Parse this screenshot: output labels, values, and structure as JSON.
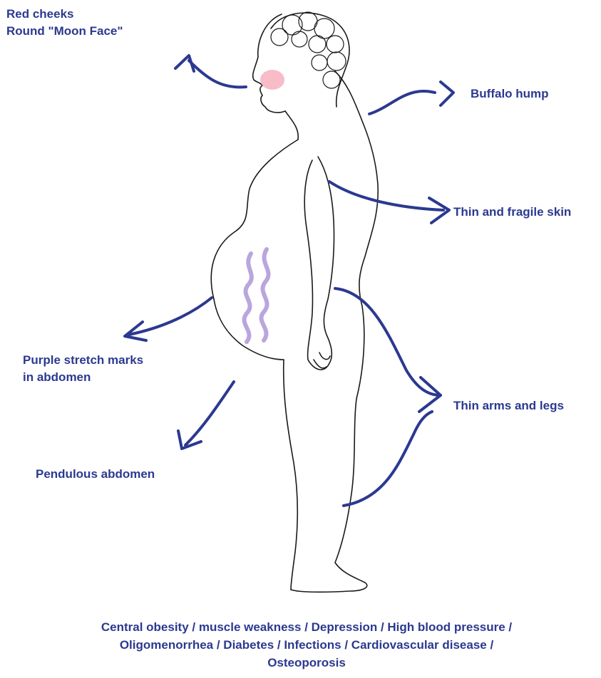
{
  "labels": {
    "moon_face": [
      "Red cheeks",
      "Round \"Moon Face\""
    ],
    "buffalo_hump": "Buffalo hump",
    "thin_skin": "Thin and fragile skin",
    "stretch_marks": [
      "Purple stretch marks",
      "in abdomen"
    ],
    "thin_limbs": "Thin arms and legs",
    "pendulous_abdomen": "Pendulous abdomen"
  },
  "footer": {
    "line1": "Central obesity / muscle weakness / Depression / High blood pressure /",
    "line2": "Oligomenorrhea / Diabetes / Infections / Cardiovascular disease /",
    "line3": "Osteoporosis"
  },
  "colors": {
    "label_text": "#2b3990",
    "arrow": "#2b3990",
    "stretch_marks": "#b9a6dd",
    "cheek": "#f4a6b6",
    "outline": "#1a1a1a"
  }
}
